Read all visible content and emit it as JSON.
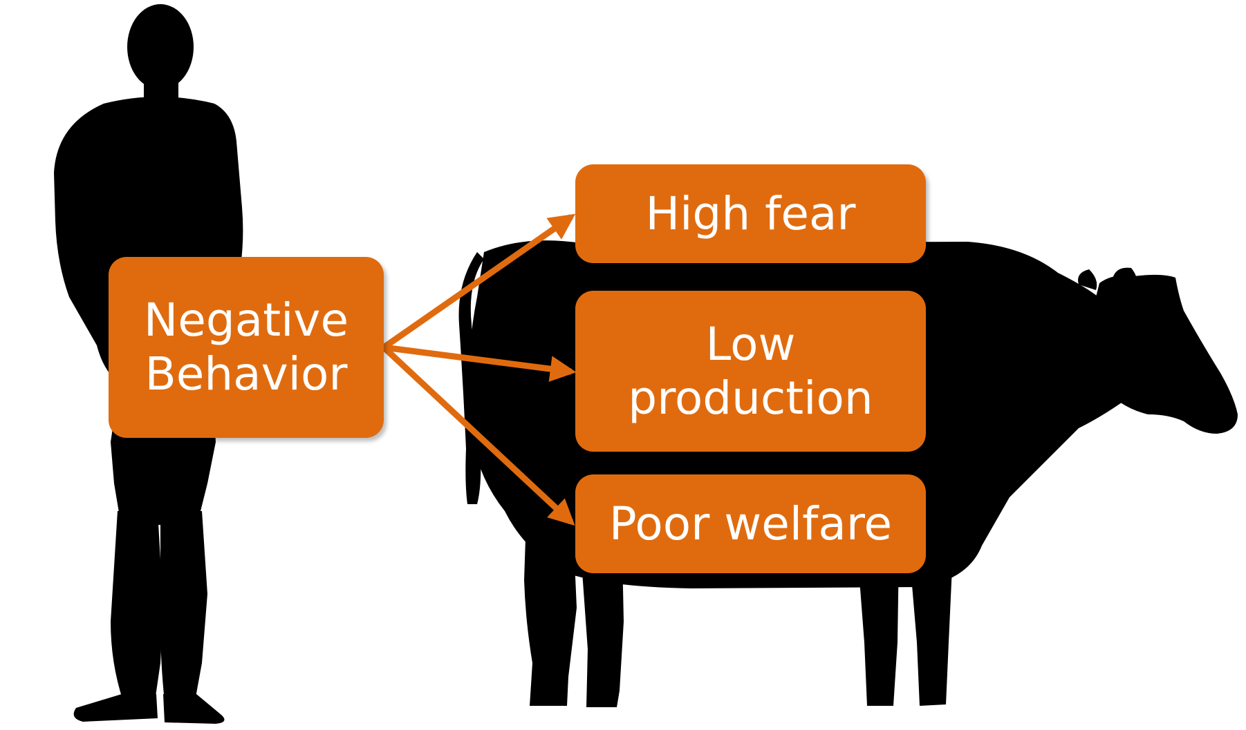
{
  "colors": {
    "accent": "#E06B0E",
    "silhouette": "#000000",
    "text": "#FFFFFF",
    "background": "#FFFFFF"
  },
  "figures": {
    "person": "standing-person-silhouette",
    "cow": "cow-silhouette"
  },
  "source": {
    "label": "Negative\nBehavior"
  },
  "outcomes": [
    {
      "label": "High fear"
    },
    {
      "label": "Low\nproduction"
    },
    {
      "label": "Poor welfare"
    }
  ]
}
